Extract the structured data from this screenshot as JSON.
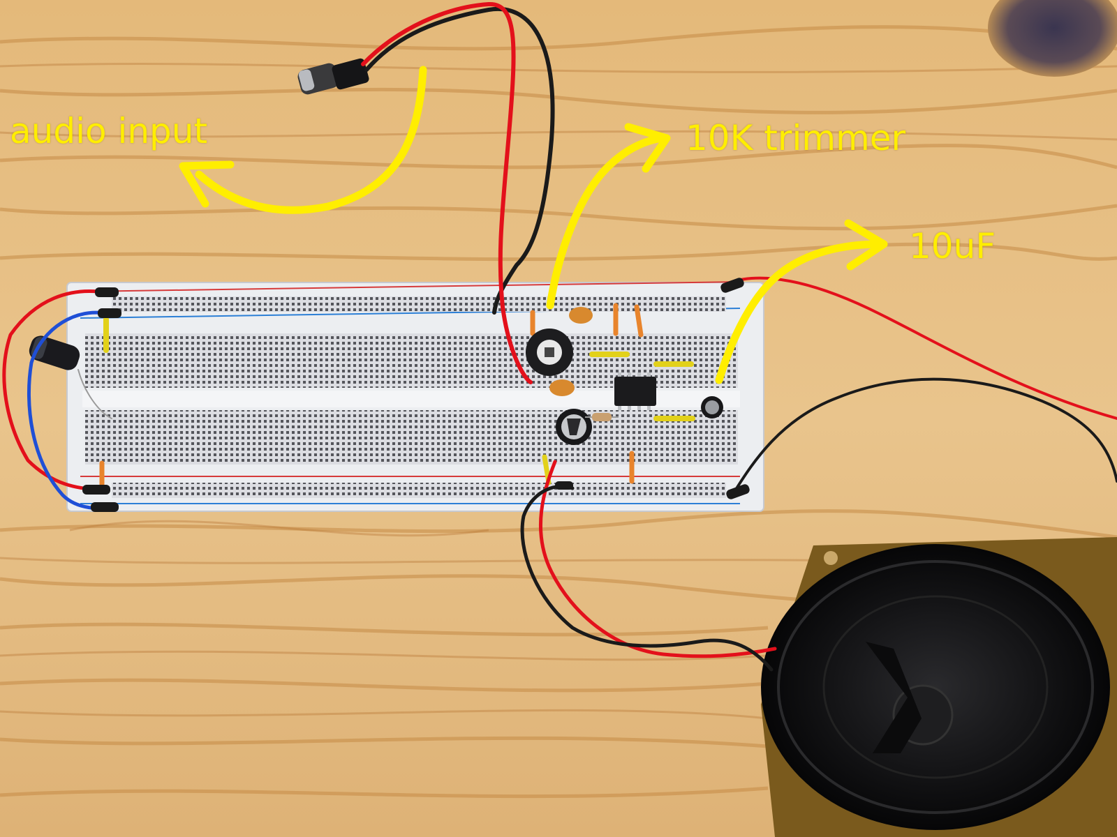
{
  "annotations": {
    "audio_input": "audio input",
    "trimmer": "10K trimmer",
    "capacitor": "10uF"
  },
  "colors": {
    "annotation": "#ffee00",
    "wood_light": "#e9c388",
    "wood_dark": "#c98f4c",
    "wire_red": "#e3101b",
    "wire_black": "#1a1a1a",
    "wire_blue": "#1f4fd6"
  }
}
